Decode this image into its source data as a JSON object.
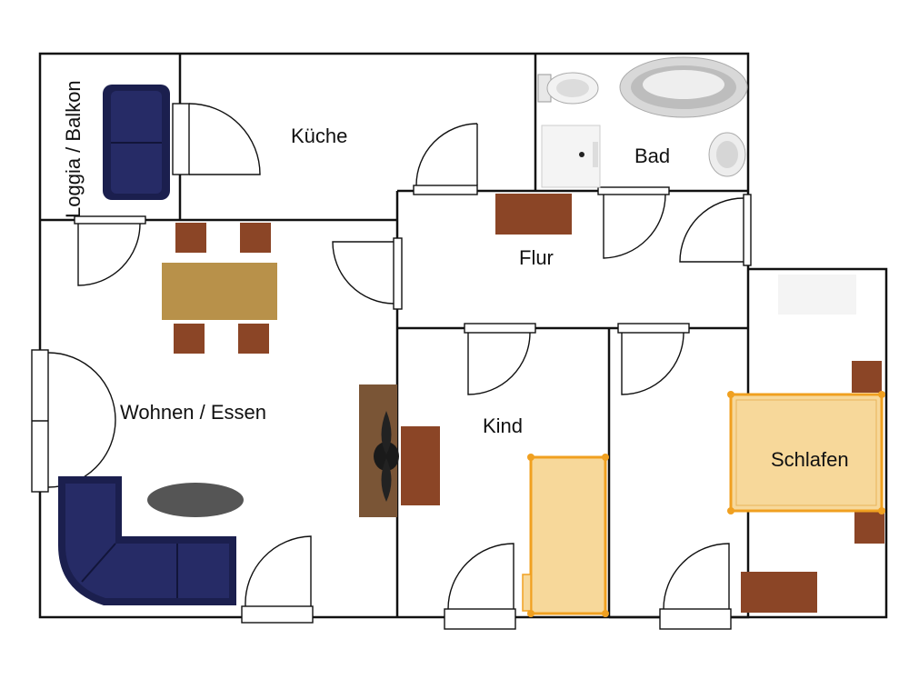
{
  "rooms": {
    "loggia": "Loggia / Balkon",
    "kueche": "Küche",
    "bad": "Bad",
    "flur": "Flur",
    "wohnen": "Wohnen / Essen",
    "kind": "Kind",
    "schlafen": "Schlafen"
  },
  "colors": {
    "wall": "#111111",
    "sofa": "#1b1f4e",
    "table": "#b8914a",
    "chair": "#8b4526",
    "bed": "#f7d89a",
    "bed_outline": "#f0a020",
    "desk": "#8b4526",
    "coffee_table": "#555555",
    "tv_unit": "#7a5536"
  }
}
